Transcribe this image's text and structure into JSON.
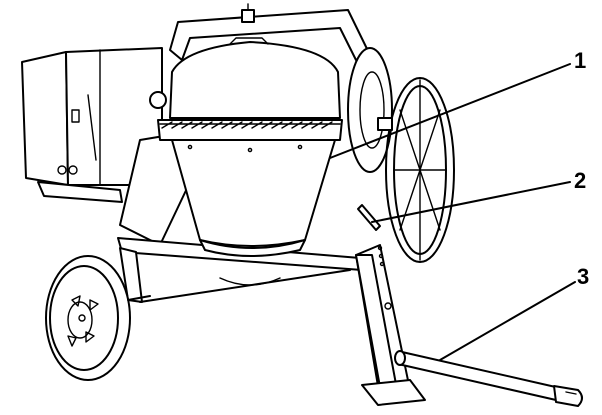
{
  "diagram": {
    "subject": "concrete-mixer",
    "callouts": [
      {
        "id": "1",
        "label": "1"
      },
      {
        "id": "2",
        "label": "2"
      },
      {
        "id": "3",
        "label": "3"
      }
    ],
    "ink_color": "#000000",
    "paper_color": "#ffffff"
  }
}
